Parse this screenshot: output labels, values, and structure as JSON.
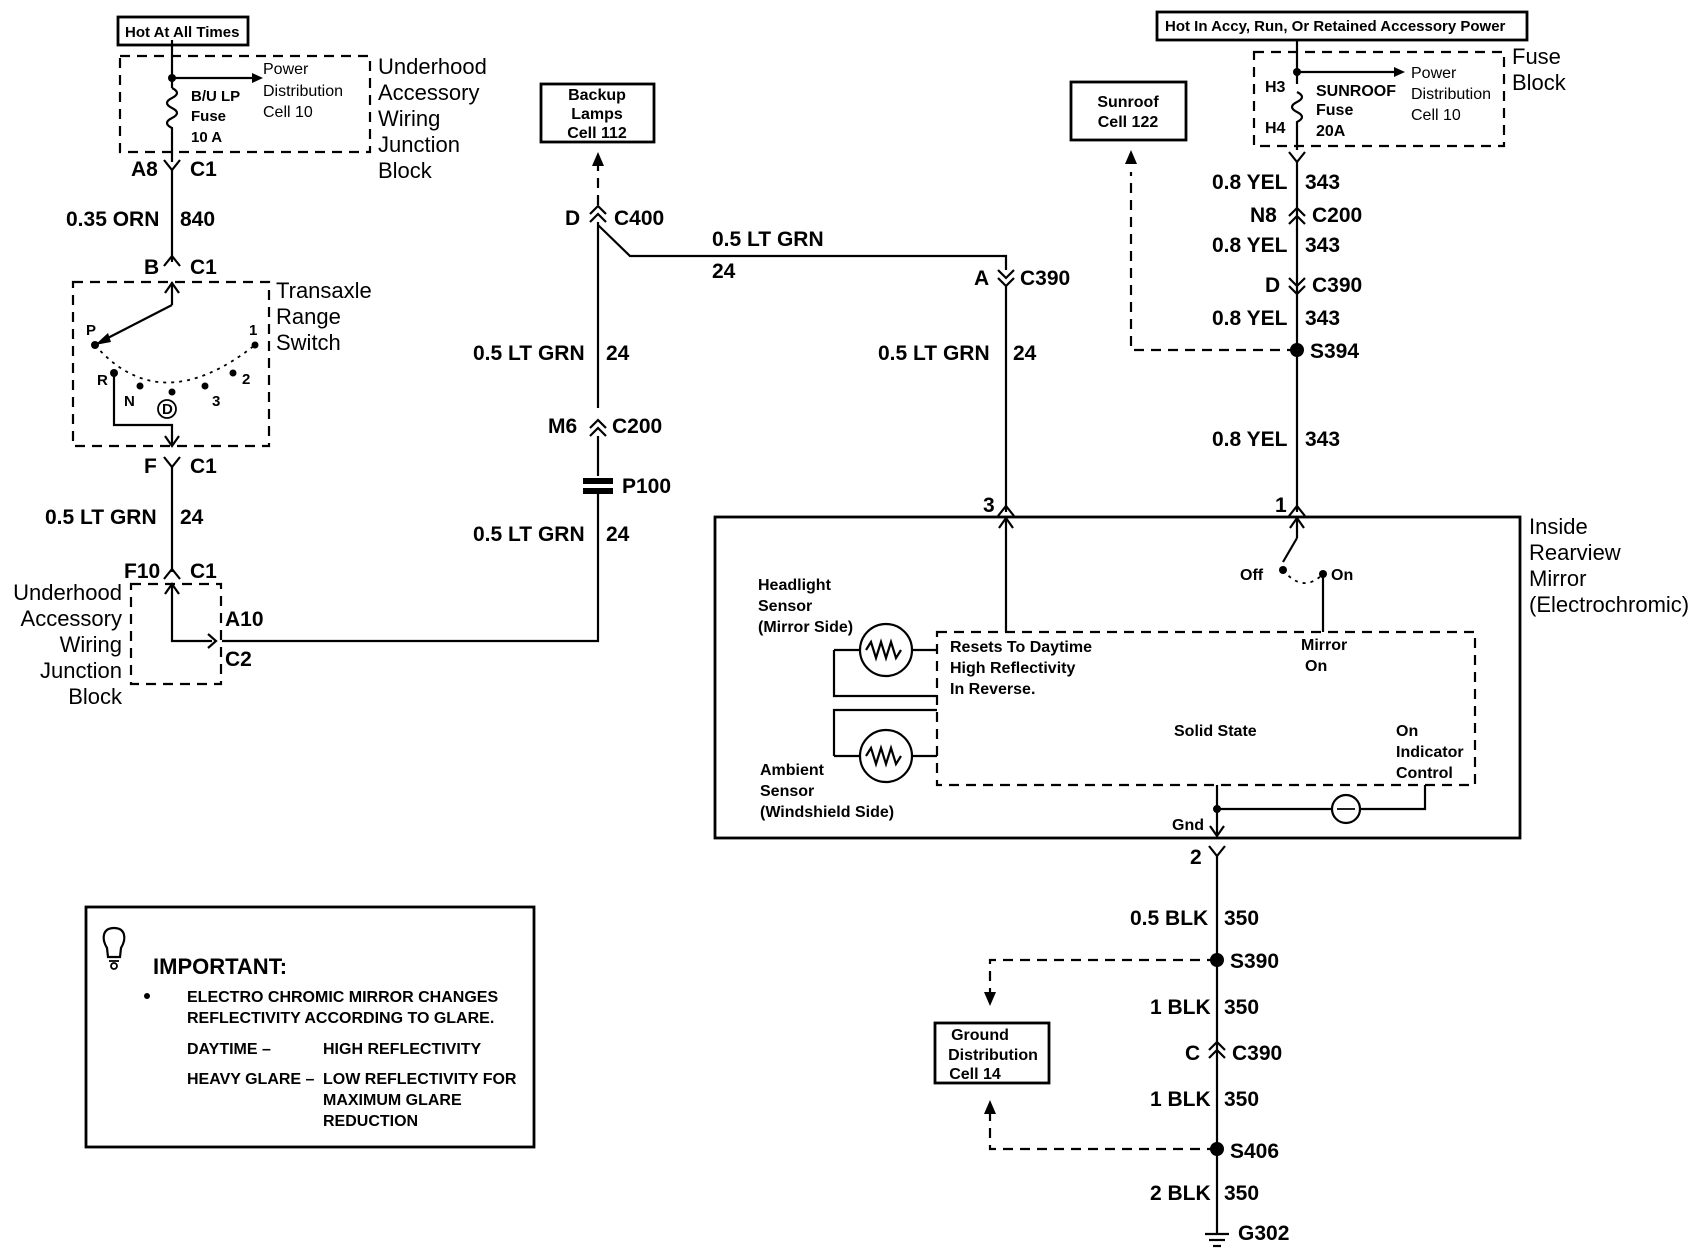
{
  "colors": {
    "wire": "#000000",
    "background": "#ffffff"
  },
  "sources": {
    "hot_at_all_times": "Hot At All Times",
    "hot_in_accy": "Hot In Accy, Run, Or Retained Accessory Power"
  },
  "underhood_block_top": {
    "title_lines": [
      "Underhood",
      "Accessory",
      "Wiring",
      "Junction",
      "Block"
    ],
    "fuse_lines": [
      "B/U LP",
      "Fuse",
      "10 A"
    ],
    "power_lines": [
      "Power",
      "Distribution",
      "Cell 10"
    ],
    "pin": "A8",
    "connector": "C1"
  },
  "wire_840": {
    "gauge_color": "0.35 ORN",
    "circuit": "840"
  },
  "transaxle_switch": {
    "title_lines": [
      "Transaxle",
      "Range",
      "Switch"
    ],
    "in_pin": "B",
    "in_connector": "C1",
    "positions": [
      "P",
      "R",
      "N",
      "D",
      "3",
      "2",
      "1"
    ],
    "out_pin": "F",
    "out_connector": "C1"
  },
  "wire_24_a": {
    "gauge_color": "0.5 LT GRN",
    "circuit": "24"
  },
  "underhood_block_bottom": {
    "title_lines": [
      "Underhood",
      "Accessory",
      "Wiring",
      "Junction",
      "Block"
    ],
    "pin_in": "F10",
    "connector_in": "C1",
    "pin_out": "A10",
    "connector_out": "C2"
  },
  "backup_lamps": {
    "lines": [
      "Backup",
      "Lamps",
      "Cell 112"
    ]
  },
  "c400": {
    "pin": "D",
    "connector": "C400"
  },
  "wire_24_b": {
    "gauge_color": "0.5 LT GRN",
    "circuit": "24"
  },
  "c200_m6": {
    "pin": "M6",
    "connector": "C200"
  },
  "p100": "P100",
  "wire_24_c": {
    "gauge_color": "0.5 LT GRN",
    "circuit": "24"
  },
  "wire_24_top": {
    "gauge_color": "0.5 LT GRN",
    "circuit": "24"
  },
  "c390_a": {
    "pin": "A",
    "connector": "C390"
  },
  "wire_24_d": {
    "gauge_color": "0.5 LT GRN",
    "circuit": "24"
  },
  "sunroof": {
    "lines": [
      "Sunroof",
      "Cell 122"
    ]
  },
  "fuse_block": {
    "title_lines": [
      "Fuse",
      "Block"
    ],
    "h3": "H3",
    "h4": "H4",
    "fuse_lines": [
      "SUNROOF",
      "Fuse",
      "20A"
    ],
    "power_lines": [
      "Power",
      "Distribution",
      "Cell 10"
    ]
  },
  "wire_343": {
    "gauge_color": "0.8 YEL",
    "circuit": "343",
    "c200_pin": "N8",
    "c200": "C200",
    "c390_pin": "D",
    "c390": "C390",
    "splice": "S394"
  },
  "mirror": {
    "title_lines": [
      "Inside",
      "Rearview",
      "Mirror",
      "(Electrochromic)"
    ],
    "pin3": "3",
    "pin1": "1",
    "pin2": "2",
    "off": "Off",
    "on": "On",
    "headlight_lines": [
      "Headlight",
      "Sensor",
      "(Mirror Side)"
    ],
    "ambient_lines": [
      "Ambient",
      "Sensor",
      "(Windshield Side)"
    ],
    "resets_lines": [
      "Resets To Daytime",
      "High Reflectivity",
      "In Reverse."
    ],
    "mirror_on_lines": [
      "Mirror",
      "On"
    ],
    "solid_state": "Solid State",
    "indicator_lines": [
      "On",
      "Indicator",
      "Control"
    ],
    "gnd": "Gnd"
  },
  "ground": {
    "w1_gauge": "0.5 BLK",
    "w1_circuit": "350",
    "s390": "S390",
    "w2_gauge": "1 BLK",
    "w2_circuit": "350",
    "c390_pin": "C",
    "c390": "C390",
    "w3_gauge": "1 BLK",
    "w3_circuit": "350",
    "s406": "S406",
    "w4_gauge": "2 BLK",
    "w4_circuit": "350",
    "g302": "G302",
    "dist_lines": [
      "Ground",
      "Distribution",
      "Cell 14"
    ]
  },
  "important": {
    "heading": "IMPORTANT:",
    "bullet_lines": [
      "ELECTRO CHROMIC MIRROR CHANGES",
      "REFLECTIVITY ACCORDING TO GLARE."
    ],
    "daytime_label": "DAYTIME –",
    "daytime_value": "HIGH REFLECTIVITY",
    "heavy_label": "HEAVY GLARE –",
    "heavy_value_lines": [
      "LOW REFLECTIVITY FOR",
      "MAXIMUM GLARE",
      "REDUCTION"
    ]
  }
}
